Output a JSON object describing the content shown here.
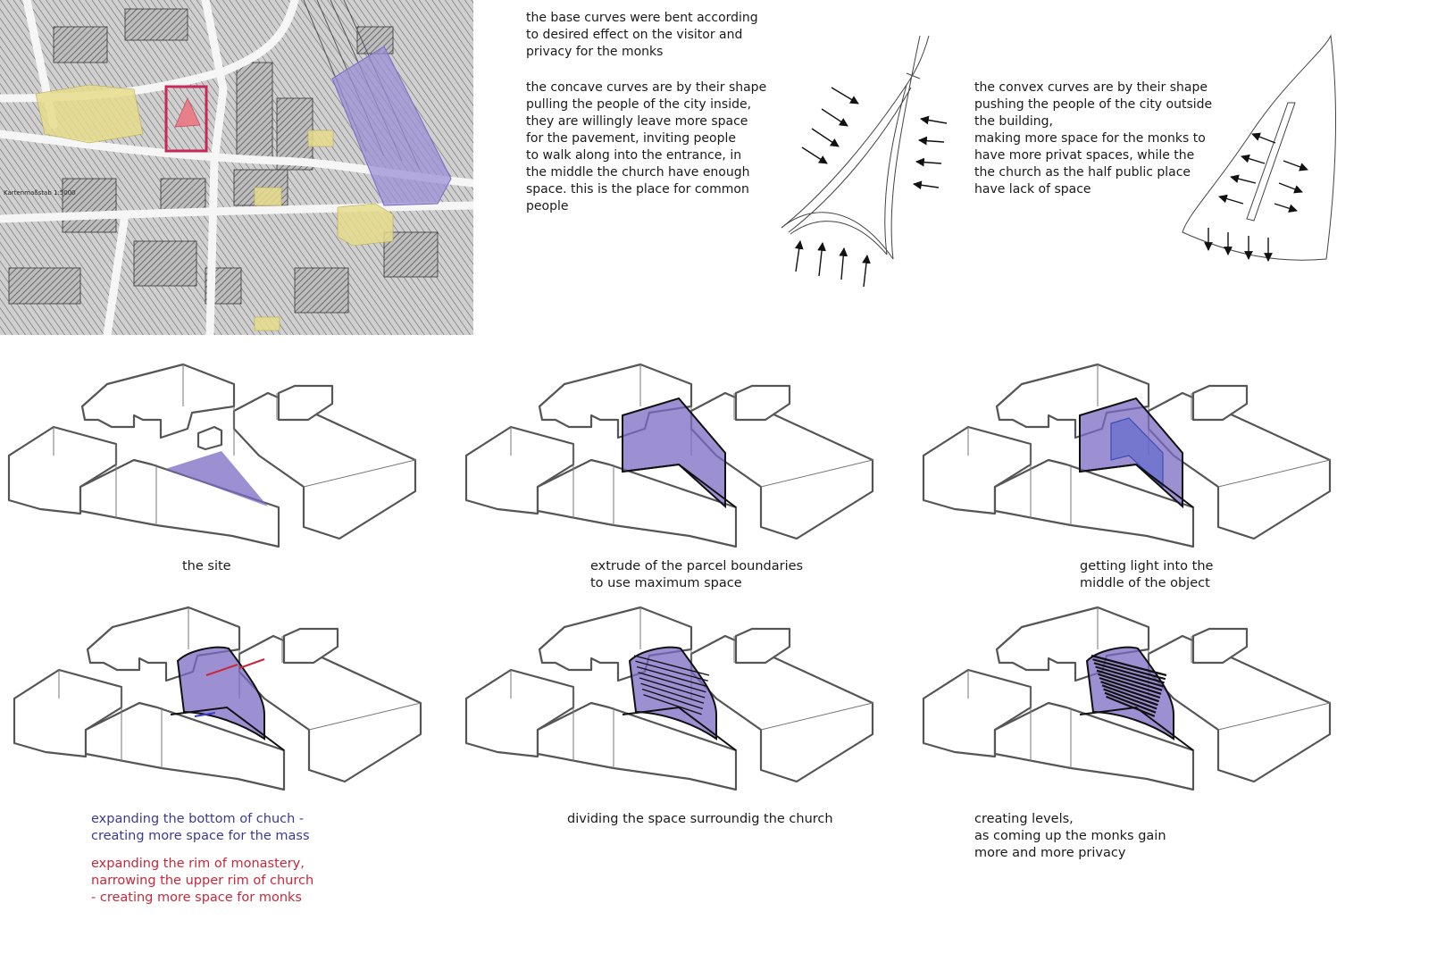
{
  "top": {
    "intro_text": "the base curves were bent according\nto desired effect on the visitor and\nprivacy for the monks",
    "concave_text": "the concave curves are by their shape\npulling the people of the city inside,\nthey are willingly leave more space\nfor the pavement, inviting people\nto walk along into the entrance, in\nthe middle the church have enough\nspace. this is the place for common\npeople",
    "convex_text": "the convex curves are by their shape\npushing the people of the city outside\nthe building,\nmaking more space for the monks to\nhave more privat spaces, while the\nthe church as the half public place\nhave lack of space"
  },
  "map": {
    "scale_label": "Kartenmaßstab 1:5000"
  },
  "diagrams": [
    {
      "caption": "the site"
    },
    {
      "caption": "extrude of the  parcel boundaries\nto use maximum space"
    },
    {
      "caption": "getting light into the\nmiddle of the object"
    },
    {
      "caption": "expanding the bottom of chuch -\ncreating more space for the mass",
      "caption2": "expanding the rim of monastery,\nnarrowing the upper rim of church\n- creating more space for monks"
    },
    {
      "caption": "dividing the space surroundig the church"
    },
    {
      "caption": "creating levels,\nas coming up the monks gain\nmore and more privacy"
    }
  ],
  "colors": {
    "purple": "#7b6bc4",
    "site_pink": "#e8808a",
    "map_yellow": "#e6dc8c",
    "frame_red": "#c8285a",
    "caption_blue": "#3b3b8f",
    "caption_red": "#c8283a"
  }
}
